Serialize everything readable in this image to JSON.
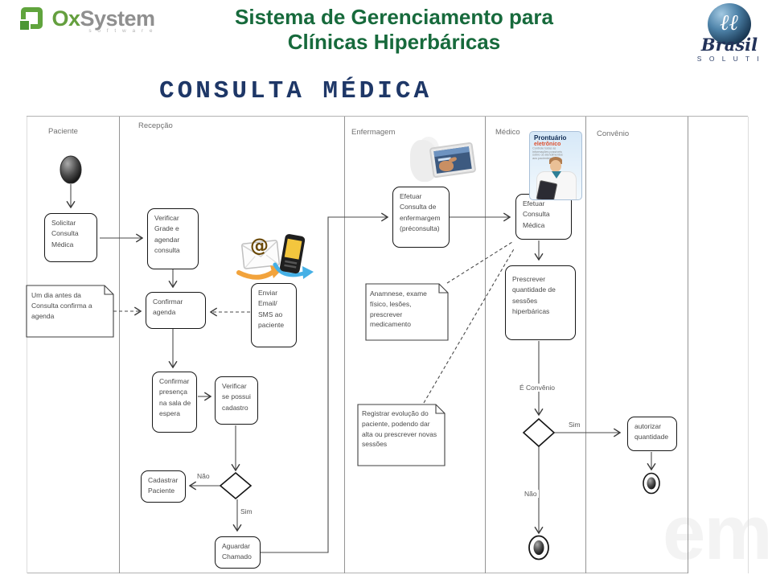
{
  "header": {
    "logo_left": {
      "ox": "Ox",
      "system": "System",
      "tagline": "s o f t w a r e"
    },
    "title": "Sistema de Gerenciamento para\nClínicas Hiperbáricas",
    "logo_right": {
      "monogram": "ℓℓ",
      "name": "Brasil",
      "tagline": "S O L U T I"
    }
  },
  "watermark": "em",
  "diagram": {
    "title": "CONSULTA MÉDICA",
    "lanes": [
      {
        "label": "Paciente"
      },
      {
        "label": "Recepção"
      },
      {
        "label": "Enfermagem"
      },
      {
        "label": "Médico"
      },
      {
        "label": "Convênio"
      }
    ],
    "nodes": {
      "solicitar": "Solicitar\nConsulta\nMédica",
      "verificar_grade": "Verificar\nGrade e\nagendar\nconsulta",
      "confirmar_agenda": "Confirmar\nagenda",
      "enviar_email": "Enviar\nEmail/\nSMS ao\npaciente",
      "confirmar_presenca": "Confirmar\npresença\nna sala de\nespera",
      "verificar_cadastro": "Verificar\nse possui\ncadastro",
      "cadastrar_paciente": "Cadastrar\nPaciente",
      "aguardar_chamado": "Aguardar\nChamado",
      "efetuar_enfermagem": "Efetuar\nConsulta de\nenfermargem\n(préconsulta)",
      "efetuar_medica": "Efetuar\nConsulta\nMédica",
      "prescrever": "Prescrever\nquantidade de\nsessões\nhiperbáricas",
      "autorizar": "autorizar\nquantidade"
    },
    "notes": {
      "agenda": "Um dia antes da\nConsulta confirma a\nagenda",
      "anamnese": "Anamnese, exame\nfísico, lesões,\nprescrever\nmedicamento",
      "evolucao": "Registrar evolução do\npaciente, podendo dar\nalta ou prescrever novas\nsessões"
    },
    "labels": {
      "nao_cadastro": "Não",
      "sim_cadastro": "Sim",
      "e_convenio": "É Convênio",
      "sim_convenio": "Sim",
      "nao_convenio": "Não"
    },
    "prontuario_card": {
      "title": "Prontuário",
      "subtitle": "eletrônico",
      "body": "Controle todas as\ninformações possíveis\nsobre os atendimentos\naos pacientes."
    },
    "colors": {
      "header_title_green": "#176a3c",
      "diagram_title_navy": "#1e3767",
      "logo_green": "#60a43d",
      "logo_navy": "#1f2f5e"
    }
  }
}
